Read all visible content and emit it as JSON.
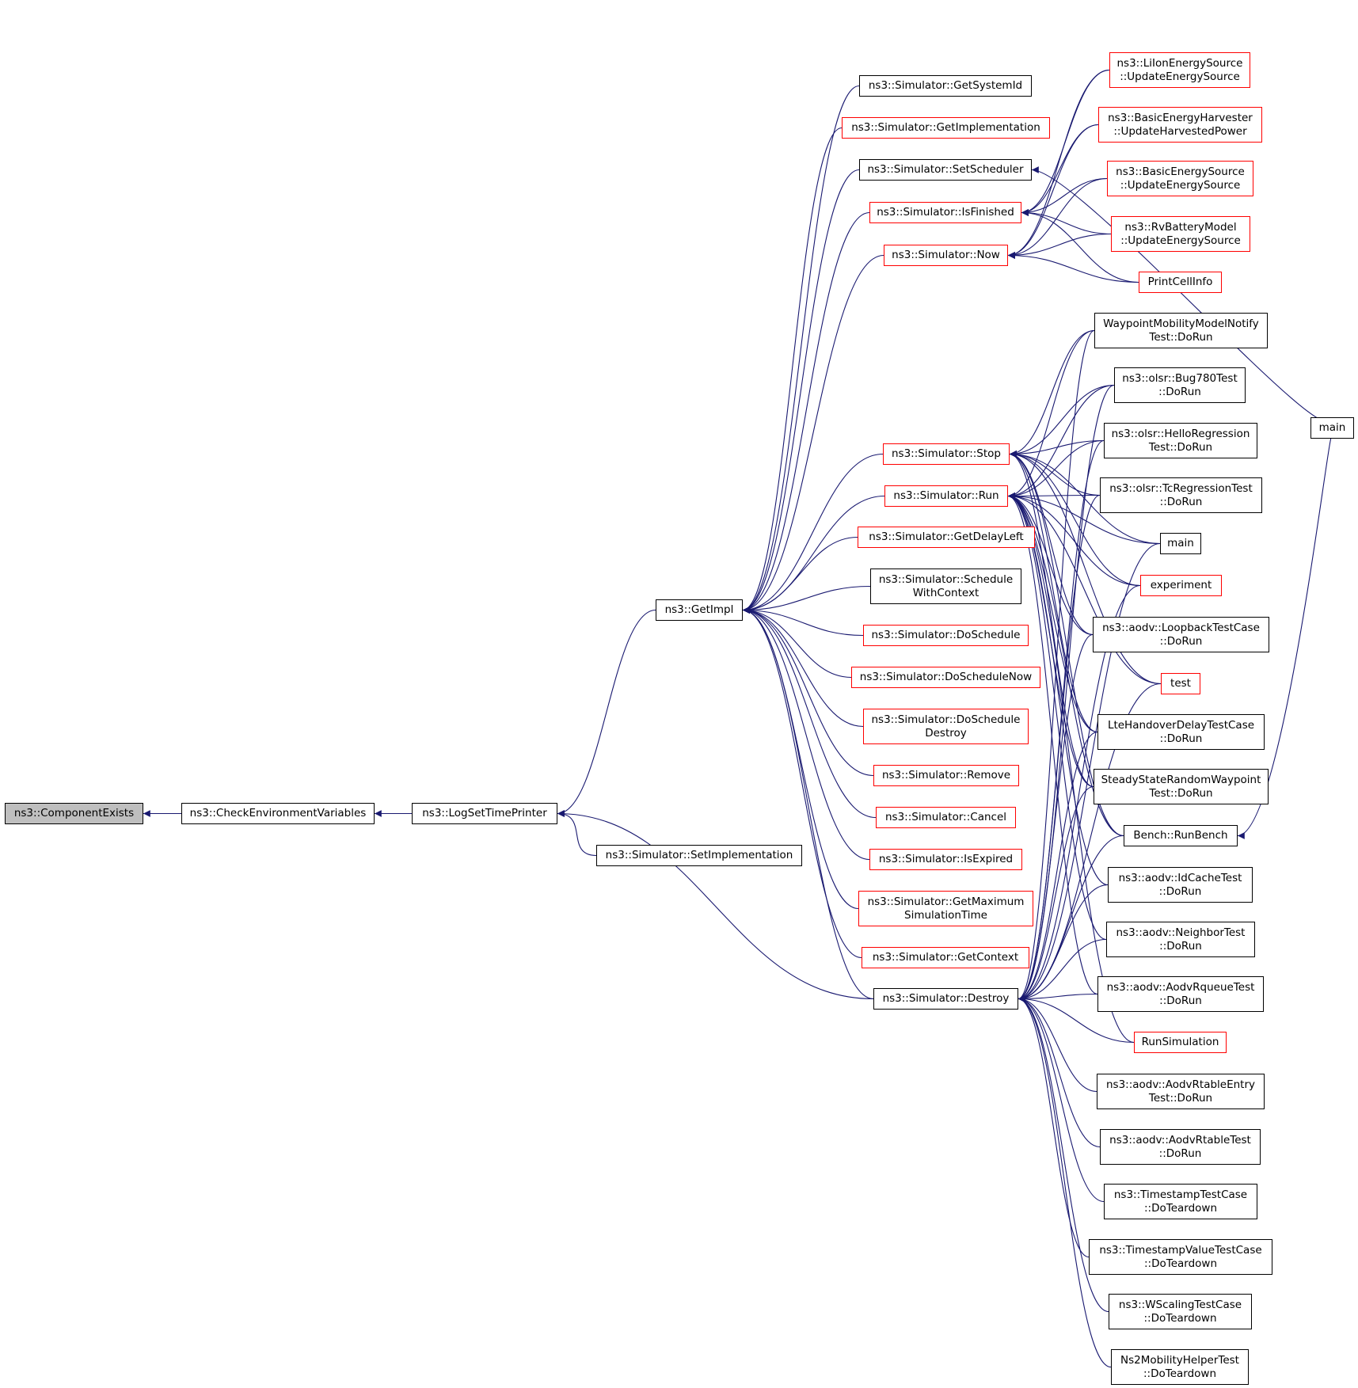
{
  "colors": {
    "edge": "#191970",
    "border_default": "#000000",
    "border_red": "#ff0000",
    "root_fill": "#bfbfbf"
  },
  "nodes": [
    {
      "id": "root",
      "lines": [
        "ns3::ComponentExists"
      ],
      "style": "root"
    },
    {
      "id": "check",
      "lines": [
        "ns3::CheckEnvironmentVariables"
      ],
      "style": "black"
    },
    {
      "id": "logset",
      "lines": [
        "ns3::LogSetTimePrinter"
      ],
      "style": "black"
    },
    {
      "id": "getimpl",
      "lines": [
        "ns3::GetImpl"
      ],
      "style": "black"
    },
    {
      "id": "setimpl",
      "lines": [
        "ns3::Simulator::SetImplementation"
      ],
      "style": "black"
    },
    {
      "id": "getsysid",
      "lines": [
        "ns3::Simulator::GetSystemId"
      ],
      "style": "black"
    },
    {
      "id": "getimplementation",
      "lines": [
        "ns3::Simulator::GetImplementation"
      ],
      "style": "red"
    },
    {
      "id": "setsched",
      "lines": [
        "ns3::Simulator::SetScheduler"
      ],
      "style": "black"
    },
    {
      "id": "isfinished",
      "lines": [
        "ns3::Simulator::IsFinished"
      ],
      "style": "red"
    },
    {
      "id": "now",
      "lines": [
        "ns3::Simulator::Now"
      ],
      "style": "red"
    },
    {
      "id": "stop",
      "lines": [
        "ns3::Simulator::Stop"
      ],
      "style": "red"
    },
    {
      "id": "run",
      "lines": [
        "ns3::Simulator::Run"
      ],
      "style": "red"
    },
    {
      "id": "getdelayleft",
      "lines": [
        "ns3::Simulator::GetDelayLeft"
      ],
      "style": "red"
    },
    {
      "id": "schedctx",
      "lines": [
        "ns3::Simulator::Schedule",
        "WithContext"
      ],
      "style": "black"
    },
    {
      "id": "dosched",
      "lines": [
        "ns3::Simulator::DoSchedule"
      ],
      "style": "red"
    },
    {
      "id": "doschednow",
      "lines": [
        "ns3::Simulator::DoScheduleNow"
      ],
      "style": "red"
    },
    {
      "id": "doscheddestroy",
      "lines": [
        "ns3::Simulator::DoSchedule",
        "Destroy"
      ],
      "style": "red"
    },
    {
      "id": "remove",
      "lines": [
        "ns3::Simulator::Remove"
      ],
      "style": "red"
    },
    {
      "id": "cancel",
      "lines": [
        "ns3::Simulator::Cancel"
      ],
      "style": "red"
    },
    {
      "id": "isexpired",
      "lines": [
        "ns3::Simulator::IsExpired"
      ],
      "style": "red"
    },
    {
      "id": "getmaxsim",
      "lines": [
        "ns3::Simulator::GetMaximum",
        "SimulationTime"
      ],
      "style": "red"
    },
    {
      "id": "getcontext",
      "lines": [
        "ns3::Simulator::GetContext"
      ],
      "style": "red"
    },
    {
      "id": "destroy",
      "lines": [
        "ns3::Simulator::Destroy"
      ],
      "style": "black"
    },
    {
      "id": "liion",
      "lines": [
        "ns3::LiIonEnergySource",
        "::UpdateEnergySource"
      ],
      "style": "red"
    },
    {
      "id": "basicharv",
      "lines": [
        "ns3::BasicEnergyHarvester",
        "::UpdateHarvestedPower"
      ],
      "style": "red"
    },
    {
      "id": "basicsrc",
      "lines": [
        "ns3::BasicEnergySource",
        "::UpdateEnergySource"
      ],
      "style": "red"
    },
    {
      "id": "rvbatt",
      "lines": [
        "ns3::RvBatteryModel",
        "::UpdateEnergySource"
      ],
      "style": "red"
    },
    {
      "id": "printcell",
      "lines": [
        "PrintCellInfo"
      ],
      "style": "red"
    },
    {
      "id": "waypoint",
      "lines": [
        "WaypointMobilityModelNotify",
        "Test::DoRun"
      ],
      "style": "black"
    },
    {
      "id": "bug780",
      "lines": [
        "ns3::olsr::Bug780Test",
        "::DoRun"
      ],
      "style": "black"
    },
    {
      "id": "helloreg",
      "lines": [
        "ns3::olsr::HelloRegression",
        "Test::DoRun"
      ],
      "style": "black"
    },
    {
      "id": "tcreg",
      "lines": [
        "ns3::olsr::TcRegressionTest",
        "::DoRun"
      ],
      "style": "black"
    },
    {
      "id": "main1",
      "lines": [
        "main"
      ],
      "style": "black"
    },
    {
      "id": "experiment",
      "lines": [
        "experiment"
      ],
      "style": "red"
    },
    {
      "id": "loopback",
      "lines": [
        "ns3::aodv::LoopbackTestCase",
        "::DoRun"
      ],
      "style": "black"
    },
    {
      "id": "test",
      "lines": [
        "test"
      ],
      "style": "red"
    },
    {
      "id": "ltehandover",
      "lines": [
        "LteHandoverDelayTestCase",
        "::DoRun"
      ],
      "style": "black"
    },
    {
      "id": "steadystate",
      "lines": [
        "SteadyStateRandomWaypoint",
        "Test::DoRun"
      ],
      "style": "black"
    },
    {
      "id": "bench",
      "lines": [
        "Bench::RunBench"
      ],
      "style": "black"
    },
    {
      "id": "idcache",
      "lines": [
        "ns3::aodv::IdCacheTest",
        "::DoRun"
      ],
      "style": "black"
    },
    {
      "id": "neighbor",
      "lines": [
        "ns3::aodv::NeighborTest",
        "::DoRun"
      ],
      "style": "black"
    },
    {
      "id": "rqueue",
      "lines": [
        "ns3::aodv::AodvRqueueTest",
        "::DoRun"
      ],
      "style": "black"
    },
    {
      "id": "runsim",
      "lines": [
        "RunSimulation"
      ],
      "style": "red"
    },
    {
      "id": "rtableentry",
      "lines": [
        "ns3::aodv::AodvRtableEntry",
        "Test::DoRun"
      ],
      "style": "black"
    },
    {
      "id": "rtable",
      "lines": [
        "ns3::aodv::AodvRtableTest",
        "::DoRun"
      ],
      "style": "black"
    },
    {
      "id": "timestamp",
      "lines": [
        "ns3::TimestampTestCase",
        "::DoTeardown"
      ],
      "style": "black"
    },
    {
      "id": "tsvalue",
      "lines": [
        "ns3::TimestampValueTestCase",
        "::DoTeardown"
      ],
      "style": "black"
    },
    {
      "id": "wscaling",
      "lines": [
        "ns3::WScalingTestCase",
        "::DoTeardown"
      ],
      "style": "black"
    },
    {
      "id": "ns2mob",
      "lines": [
        "Ns2MobilityHelperTest",
        "::DoTeardown"
      ],
      "style": "black"
    },
    {
      "id": "main2",
      "lines": [
        "main"
      ],
      "style": "black"
    }
  ],
  "edges": [
    [
      "check",
      "root"
    ],
    [
      "logset",
      "check"
    ],
    [
      "getimpl",
      "logset"
    ],
    [
      "setimpl",
      "logset"
    ],
    [
      "destroy",
      "logset"
    ],
    [
      "getsysid",
      "getimpl"
    ],
    [
      "getimplementation",
      "getimpl"
    ],
    [
      "setsched",
      "getimpl"
    ],
    [
      "isfinished",
      "getimpl"
    ],
    [
      "now",
      "getimpl"
    ],
    [
      "stop",
      "getimpl"
    ],
    [
      "run",
      "getimpl"
    ],
    [
      "getdelayleft",
      "getimpl"
    ],
    [
      "schedctx",
      "getimpl"
    ],
    [
      "dosched",
      "getimpl"
    ],
    [
      "doschednow",
      "getimpl"
    ],
    [
      "doscheddestroy",
      "getimpl"
    ],
    [
      "remove",
      "getimpl"
    ],
    [
      "cancel",
      "getimpl"
    ],
    [
      "isexpired",
      "getimpl"
    ],
    [
      "getmaxsim",
      "getimpl"
    ],
    [
      "getcontext",
      "getimpl"
    ],
    [
      "destroy",
      "getimpl"
    ],
    [
      "main2",
      "setsched"
    ],
    [
      "liion",
      "isfinished"
    ],
    [
      "basicharv",
      "isfinished"
    ],
    [
      "basicsrc",
      "isfinished"
    ],
    [
      "rvbatt",
      "isfinished"
    ],
    [
      "printcell",
      "isfinished"
    ],
    [
      "liion",
      "now"
    ],
    [
      "basicharv",
      "now"
    ],
    [
      "basicsrc",
      "now"
    ],
    [
      "rvbatt",
      "now"
    ],
    [
      "printcell",
      "now"
    ],
    [
      "main2",
      "bench"
    ],
    [
      "waypoint",
      "stop"
    ],
    [
      "bug780",
      "stop"
    ],
    [
      "helloreg",
      "stop"
    ],
    [
      "tcreg",
      "stop"
    ],
    [
      "main1",
      "stop"
    ],
    [
      "experiment",
      "stop"
    ],
    [
      "loopback",
      "stop"
    ],
    [
      "test",
      "stop"
    ],
    [
      "ltehandover",
      "stop"
    ],
    [
      "steadystate",
      "stop"
    ],
    [
      "bench",
      "stop"
    ],
    [
      "waypoint",
      "run"
    ],
    [
      "bug780",
      "run"
    ],
    [
      "helloreg",
      "run"
    ],
    [
      "tcreg",
      "run"
    ],
    [
      "main1",
      "run"
    ],
    [
      "experiment",
      "run"
    ],
    [
      "loopback",
      "run"
    ],
    [
      "test",
      "run"
    ],
    [
      "ltehandover",
      "run"
    ],
    [
      "steadystate",
      "run"
    ],
    [
      "bench",
      "run"
    ],
    [
      "idcache",
      "run"
    ],
    [
      "neighbor",
      "run"
    ],
    [
      "rqueue",
      "run"
    ],
    [
      "runsim",
      "run"
    ],
    [
      "waypoint",
      "destroy"
    ],
    [
      "bug780",
      "destroy"
    ],
    [
      "helloreg",
      "destroy"
    ],
    [
      "tcreg",
      "destroy"
    ],
    [
      "main1",
      "destroy"
    ],
    [
      "experiment",
      "destroy"
    ],
    [
      "loopback",
      "destroy"
    ],
    [
      "test",
      "destroy"
    ],
    [
      "ltehandover",
      "destroy"
    ],
    [
      "steadystate",
      "destroy"
    ],
    [
      "bench",
      "destroy"
    ],
    [
      "idcache",
      "destroy"
    ],
    [
      "neighbor",
      "destroy"
    ],
    [
      "rqueue",
      "destroy"
    ],
    [
      "runsim",
      "destroy"
    ],
    [
      "rtableentry",
      "destroy"
    ],
    [
      "rtable",
      "destroy"
    ],
    [
      "timestamp",
      "destroy"
    ],
    [
      "tsvalue",
      "destroy"
    ],
    [
      "wscaling",
      "destroy"
    ],
    [
      "ns2mob",
      "destroy"
    ]
  ]
}
